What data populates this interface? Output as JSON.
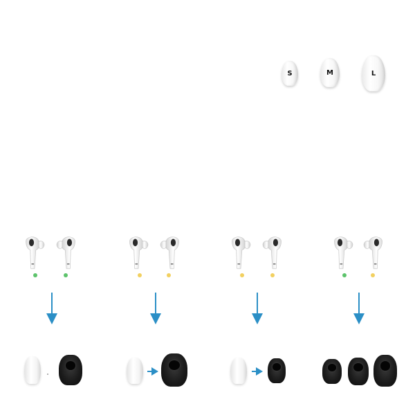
{
  "tip_sizes": [
    {
      "label": "S"
    },
    {
      "label": "M"
    },
    {
      "label": "L"
    }
  ],
  "colors": {
    "arrow": "#2b8fc6",
    "status_green": "#5cc36b",
    "status_yellow": "#f2d060",
    "foam": "#1a1a1a",
    "silicone": "#f4f4f4"
  },
  "scenarios": [
    {
      "left_status": "green",
      "right_status": "green",
      "result": "white-tip-and-foam"
    },
    {
      "left_status": "yellow",
      "right_status": "yellow",
      "result": "white-tip-to-larger-foam"
    },
    {
      "left_status": "yellow",
      "right_status": "yellow",
      "result": "white-tip-to-smaller-foam"
    },
    {
      "left_status": "green",
      "right_status": "yellow",
      "result": "three-foam-sizes"
    }
  ],
  "icons": [
    "earbud-icon",
    "status-dot-icon",
    "down-arrow-icon",
    "right-arrow-icon",
    "foam-tip-icon",
    "silicone-tip-icon"
  ]
}
